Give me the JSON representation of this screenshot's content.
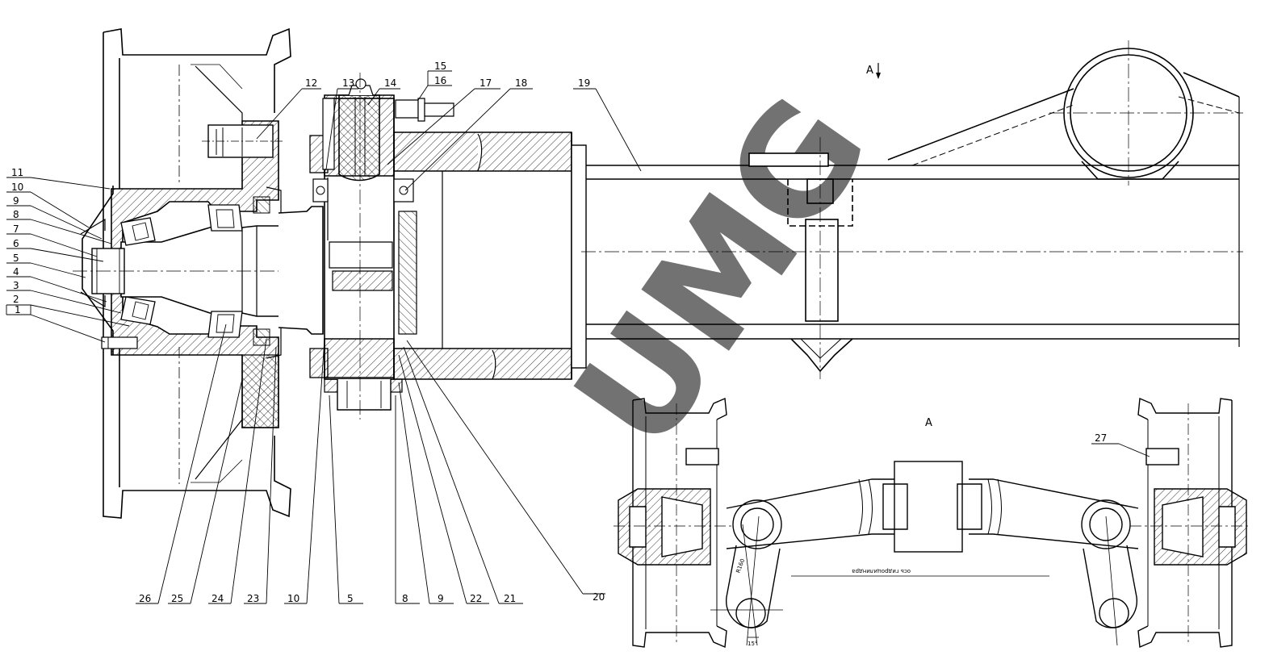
{
  "drawing": {
    "callouts_left": [
      "11",
      "10",
      "9",
      "8",
      "7",
      "6",
      "5",
      "4",
      "3",
      "2",
      "1"
    ],
    "callouts_top": {
      "c12": "12",
      "c13": "13",
      "c14": "14",
      "c15": "15",
      "c16": "16",
      "c17": "17",
      "c18": "18",
      "c19": "19"
    },
    "callouts_bottom": {
      "c26": "26",
      "c25": "25",
      "c24": "24",
      "c23": "23",
      "c10": "10",
      "c5": "5",
      "c8": "8",
      "c9": "9",
      "c22": "22",
      "c21": "21",
      "c20": "20"
    },
    "callout_27": "27",
    "view_arrow_label": "A",
    "view_title": "A",
    "radius_label": "R160",
    "angle_label": "15°",
    "axis_label": "ось гидроцилиндра",
    "watermark": "UMG"
  }
}
